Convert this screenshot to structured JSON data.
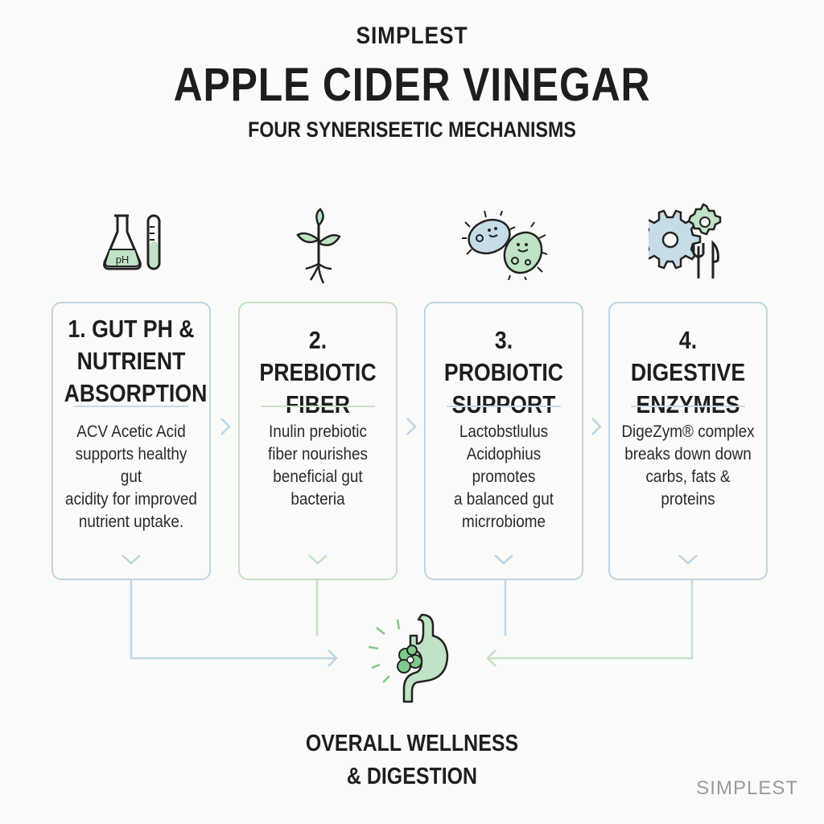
{
  "header": {
    "brand": "SIMPLEST",
    "title": "APPLE CIDER VINEGAR",
    "subtitle": "FOUR SYNERISEETIC MECHANISMS"
  },
  "icons": {
    "card1": "lab-flask-test-tube-icon",
    "card2": "sprouting-plant-icon",
    "card3": "bacteria-icon",
    "card4": "gears-fork-knife-icon",
    "outcome": "stomach-glow-icon"
  },
  "icon_labels": {
    "flask": "pH"
  },
  "cards": [
    {
      "title_lines": [
        "1. GUT PH &",
        "NUTRIENT",
        "ABSORPTION"
      ],
      "body_lines": [
        "ACV Acetic Acid",
        "supports healthy gut",
        "acidity for improved",
        "nutrient uptake."
      ]
    },
    {
      "title_lines": [
        "2. PREBIOTIC",
        "FIBER"
      ],
      "body_lines": [
        "Inulin prebiotic",
        "fiber nourishes",
        "beneficial gut",
        "bacteria"
      ]
    },
    {
      "title_lines": [
        "3. PROBIOTIC",
        "SUPPORT"
      ],
      "body_lines": [
        "Lactobstlulus",
        "Acidophius promotes",
        "a balanced gut",
        "micrrobiome"
      ]
    },
    {
      "title_lines": [
        "4. DIGESTIVE",
        "ENZYMES"
      ],
      "body_lines": [
        "DigeZym® complex",
        "breaks down down",
        "carbs, fats &",
        "proteins"
      ]
    }
  ],
  "outcome": {
    "line1": "OVERALL WELLNESS",
    "line2": "& DIGESTION"
  },
  "footer": {
    "brand": "SIMPLEST"
  },
  "colors": {
    "blue_outline": "#bcd6e2",
    "green_outline": "#c4e2c3",
    "icon_green_fill": "#bfe3c4",
    "icon_blue_fill": "#c6dde8",
    "text": "#1e1e1e"
  }
}
